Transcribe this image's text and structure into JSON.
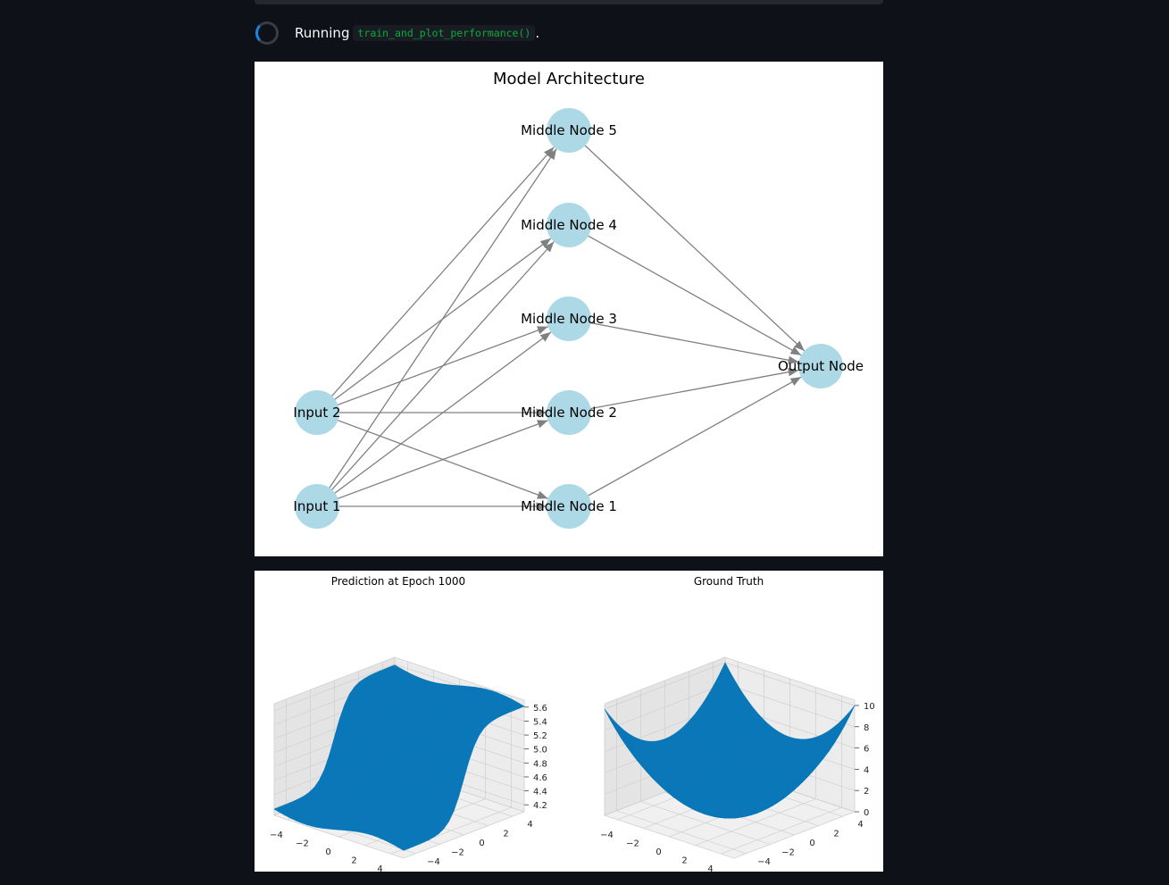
{
  "status": {
    "running_word": "Running",
    "function_name": "train_and_plot_performance()",
    "suffix": "."
  },
  "colors": {
    "background": "#0e1117",
    "spinner_accent": "#1c83e1",
    "code_text": "#09ab3b",
    "node_fill": "#add8e6",
    "edge": "#808080",
    "surface": "#0a77b8"
  },
  "architecture": {
    "title": "Model Architecture",
    "nodes": [
      {
        "id": "in1",
        "label": "Input 1",
        "layer": 0,
        "row": 0
      },
      {
        "id": "in2",
        "label": "Input 2",
        "layer": 0,
        "row": 1
      },
      {
        "id": "m1",
        "label": "Middle Node 1",
        "layer": 1,
        "row": 0
      },
      {
        "id": "m2",
        "label": "Middle Node 2",
        "layer": 1,
        "row": 1
      },
      {
        "id": "m3",
        "label": "Middle Node 3",
        "layer": 1,
        "row": 2
      },
      {
        "id": "m4",
        "label": "Middle Node 4",
        "layer": 1,
        "row": 3
      },
      {
        "id": "m5",
        "label": "Middle Node 5",
        "layer": 1,
        "row": 4
      },
      {
        "id": "out",
        "label": "Output Node",
        "layer": 2,
        "row": 2
      }
    ],
    "edges": [
      [
        "in1",
        "m1"
      ],
      [
        "in1",
        "m2"
      ],
      [
        "in1",
        "m3"
      ],
      [
        "in1",
        "m4"
      ],
      [
        "in1",
        "m5"
      ],
      [
        "in2",
        "m1"
      ],
      [
        "in2",
        "m2"
      ],
      [
        "in2",
        "m3"
      ],
      [
        "in2",
        "m4"
      ],
      [
        "in2",
        "m5"
      ],
      [
        "m1",
        "out"
      ],
      [
        "m2",
        "out"
      ],
      [
        "m3",
        "out"
      ],
      [
        "m4",
        "out"
      ],
      [
        "m5",
        "out"
      ]
    ]
  },
  "chart_data": [
    {
      "type": "surface",
      "title": "Prediction at Epoch 1000",
      "x_ticks": [
        "−4",
        "−2",
        "0",
        "2",
        "4"
      ],
      "y_ticks": [
        "−4",
        "−2",
        "0",
        "2",
        "4"
      ],
      "z_ticks": [
        "4.2",
        "4.4",
        "4.6",
        "4.8",
        "5.0",
        "5.2",
        "5.4",
        "5.6"
      ],
      "xlim": [
        -5,
        5
      ],
      "ylim": [
        -5,
        5
      ],
      "zlim": [
        4.1,
        5.7
      ]
    },
    {
      "type": "surface",
      "title": "Ground Truth",
      "x_ticks": [
        "−4",
        "−2",
        "0",
        "2",
        "4"
      ],
      "y_ticks": [
        "−4",
        "−2",
        "0",
        "2",
        "4"
      ],
      "z_ticks": [
        "0",
        "2",
        "4",
        "6",
        "8",
        "10"
      ],
      "xlim": [
        -5,
        5
      ],
      "ylim": [
        -5,
        5
      ],
      "zlim": [
        0,
        10.5
      ]
    }
  ]
}
